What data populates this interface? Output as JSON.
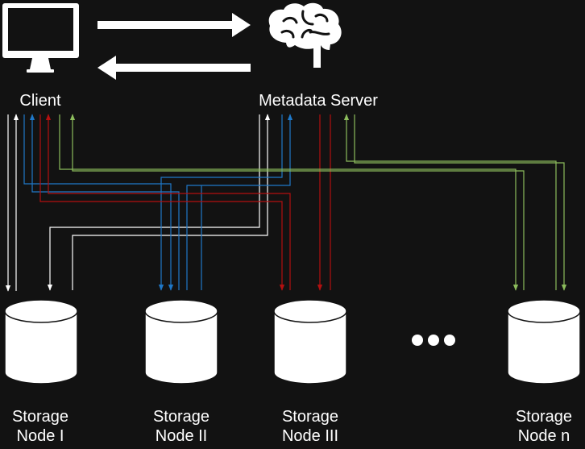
{
  "labels": {
    "client": "Client",
    "metadata_server": "Metadata Server",
    "node1": {
      "line1": "Storage",
      "line2": "Node I"
    },
    "node2": {
      "line1": "Storage",
      "line2": "Node II"
    },
    "node3": {
      "line1": "Storage",
      "line2": "Node III"
    },
    "noden": {
      "line1": "Storage",
      "line2": "Node n"
    }
  },
  "icons": {
    "client": "monitor-icon",
    "metadata_server": "brain-icon",
    "storage": "database-cylinder-icon",
    "ellipsis": "ellipsis-dots-icon"
  },
  "colors": {
    "background": "#121212",
    "white": "#ffffff",
    "blue": "#1f78c8",
    "red": "#b31010",
    "green": "#8cbc5c"
  }
}
